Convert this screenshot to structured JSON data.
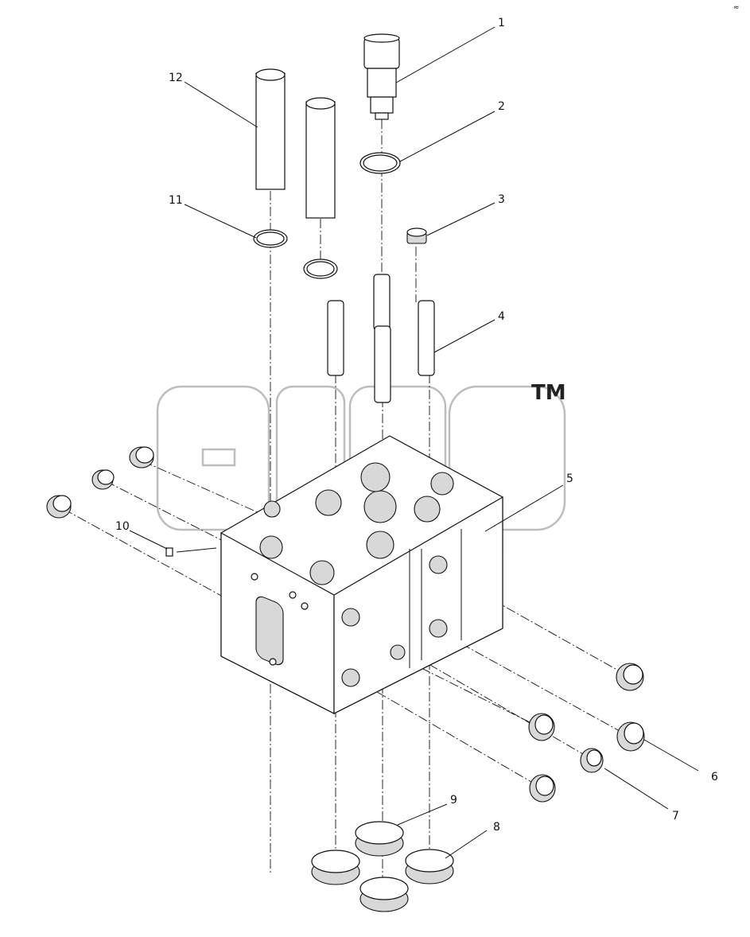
{
  "diagram": {
    "callouts": [
      "1",
      "2",
      "3",
      "4",
      "5",
      "6",
      "7",
      "8",
      "9",
      "10",
      "11",
      "12"
    ],
    "watermark_mark": "TM",
    "corner_mark": "≈"
  }
}
